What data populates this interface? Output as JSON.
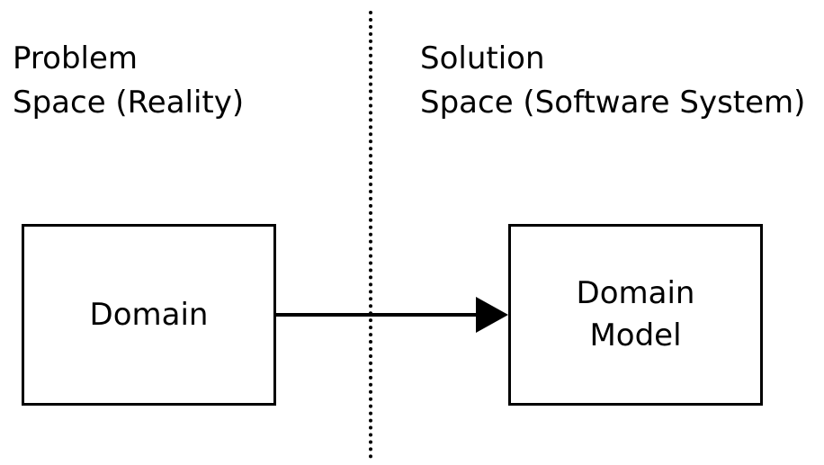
{
  "problem_space": {
    "line1": "Problem",
    "line2": "Space (Reality)"
  },
  "solution_space": {
    "line1": "Solution",
    "line2": "Space (Software System)"
  },
  "nodes": {
    "domain": {
      "label": "Domain"
    },
    "domain_model": {
      "line1": "Domain",
      "line2": "Model"
    }
  },
  "colors": {
    "stroke": "#000000",
    "background": "#ffffff"
  }
}
